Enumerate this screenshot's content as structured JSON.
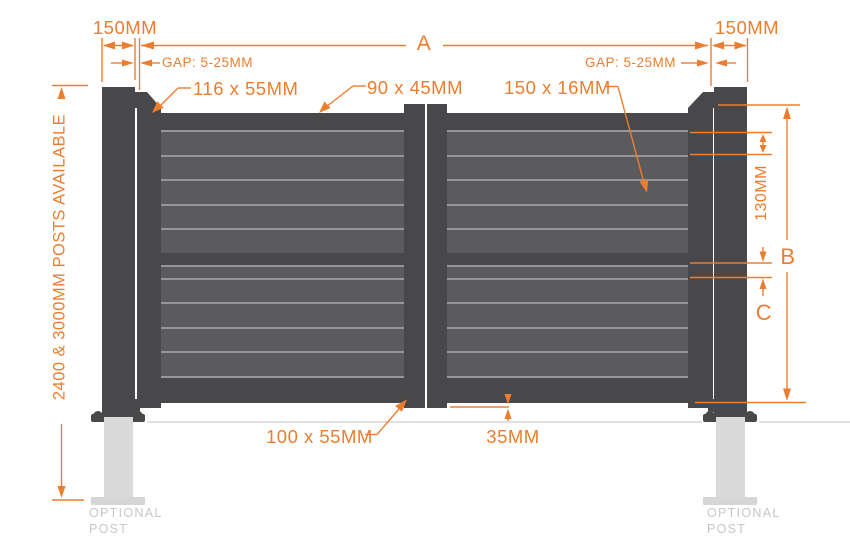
{
  "colors": {
    "accent": "#ED7D2E",
    "frame": "#48484A",
    "slat": "#5B5B5D",
    "slat_line": "#96969A",
    "optional_post": "#DADADA",
    "optional_base": "#D6D6D6",
    "muted": "#C7C7C7",
    "ground": "#D5D5D5"
  },
  "dimensions": {
    "post_width_left": "150MM",
    "post_width_right": "150MM",
    "overall_width": "A",
    "gap_left": "GAP: 5-25MM",
    "gap_right": "GAP: 5-25MM",
    "hinge_stile": "116 x 55MM",
    "top_rail": "90 x 45MM",
    "infill_board": "150 x 16MM",
    "board_pitch": "130MM",
    "gate_height": "B",
    "lower_section": "C",
    "bottom_rail": "100 x 55MM",
    "ground_clearance": "35MM",
    "post_note": "2400 & 3000MM POSTS AVAILABLE"
  },
  "optional_post": {
    "line1": "OPTIONAL",
    "line2": "POST"
  }
}
